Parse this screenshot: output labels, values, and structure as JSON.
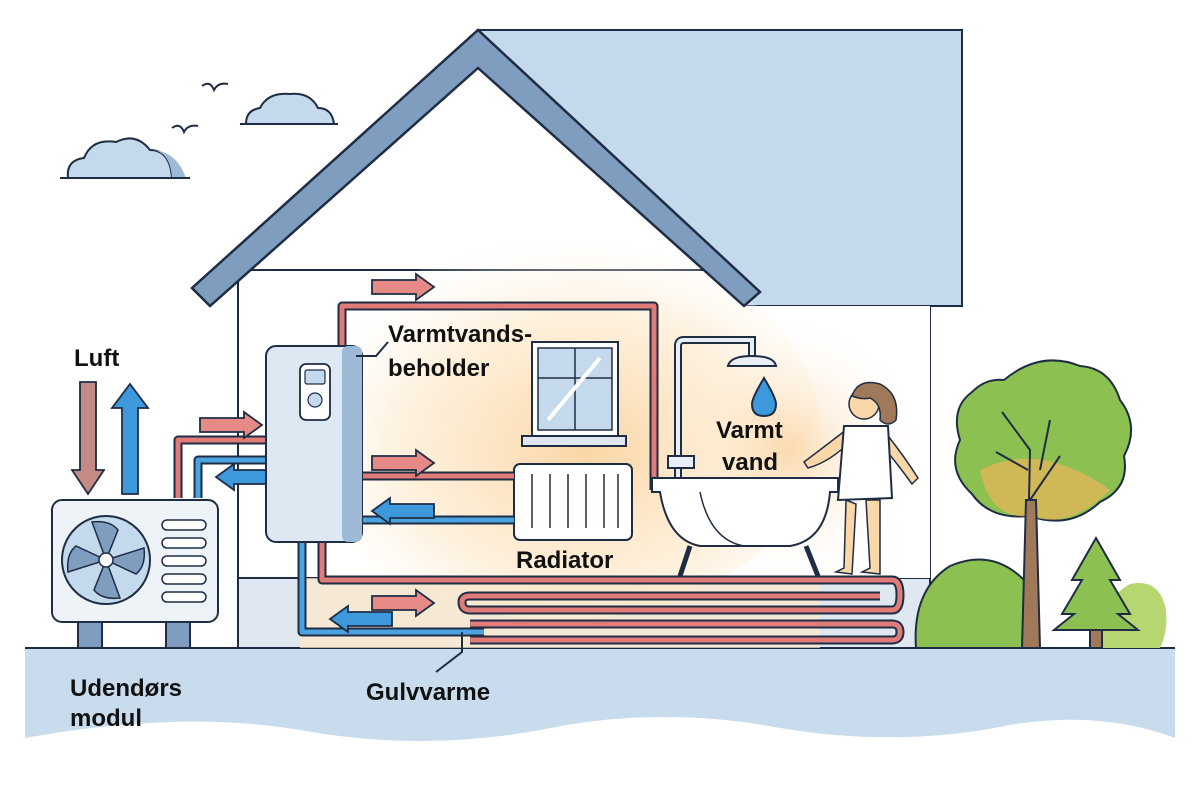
{
  "labels": {
    "air": "Luft",
    "tank_line1": "Varmtvands-",
    "tank_line2": "beholder",
    "hot_water_line1": "Varmt",
    "hot_water_line2": "vand",
    "radiator": "Radiator",
    "outdoor_line1": "Udendørs",
    "outdoor_line2": "modul",
    "floor_heating": "Gulvvarme"
  },
  "colors": {
    "hot_pipe": "#e07b77",
    "cold_pipe": "#4aa3e0",
    "hot_arrow": "#e58a86",
    "cold_arrow": "#3e98dc",
    "sky_blue": "#c5d9ec",
    "roof": "#7f9dbf",
    "warm_glow": "#fbd9a8",
    "outline": "#1f2d44",
    "tree_green": "#8cc152",
    "trunk": "#a0785a"
  },
  "icons": [
    "cloud-icon",
    "bird-icon",
    "fan-icon",
    "control-panel-icon",
    "water-drop-icon",
    "shower-icon",
    "tree-icon",
    "pine-icon"
  ]
}
